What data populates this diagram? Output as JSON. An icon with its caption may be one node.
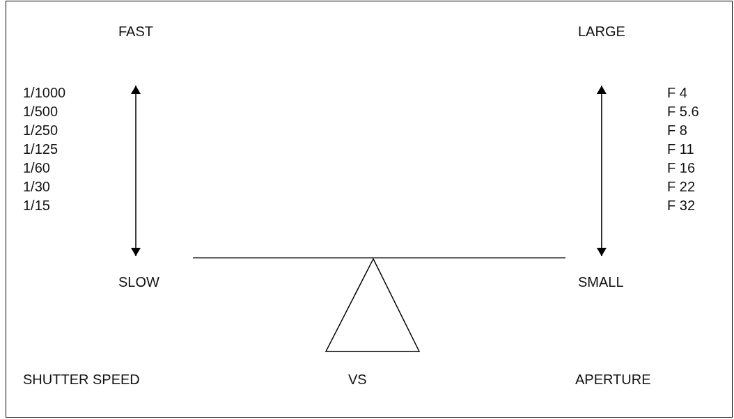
{
  "diagram": {
    "nodes": [
      {
        "text": [
          "FAST"
        ]
      },
      {
        "text": [
          "LARGE"
        ]
      },
      {
        "text": [
          "SLOW"
        ]
      },
      {
        "text": [
          "SMALL"
        ]
      }
    ],
    "edges": [
      {
        "from": 0,
        "to": 2,
        "arrow": "both"
      },
      {
        "from": 1,
        "to": 3,
        "arrow": "both"
      }
    ],
    "labels": [
      "1/1000",
      "1/500",
      "1/250",
      "1/125",
      "1/60",
      "1/30",
      "1/15",
      "F 4",
      "F 5.6",
      "F 8",
      "F 11",
      "F 16",
      "F 22",
      "F 32",
      "SHUTTER SPEED",
      "VS",
      "APERTURE"
    ]
  }
}
